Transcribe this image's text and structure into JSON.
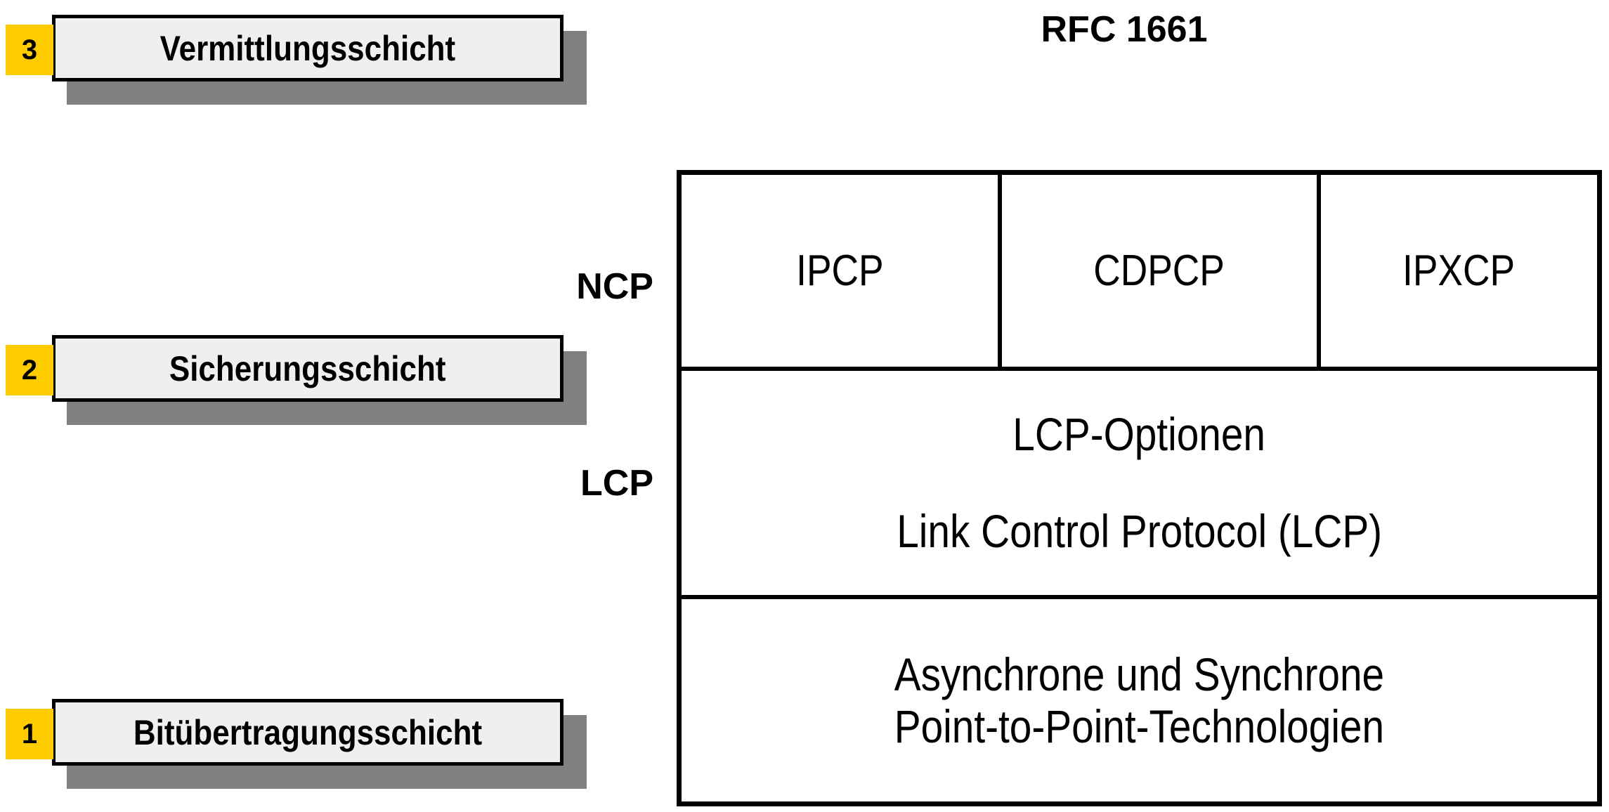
{
  "heading": {
    "title": "RFC 1661"
  },
  "layers": [
    {
      "number": "3",
      "label": "Vermittlungsschicht",
      "badge_color": "#FFCC00",
      "box_fill": "#EFEFEF",
      "shadow_color": "#808080"
    },
    {
      "number": "2",
      "label": "Sicherungsschicht",
      "badge_color": "#FFCC00",
      "box_fill": "#EFEFEF",
      "shadow_color": "#808080"
    },
    {
      "number": "1",
      "label": "Bitübertragungsschicht",
      "badge_color": "#FFCC00",
      "box_fill": "#EFEFEF",
      "shadow_color": "#808080"
    }
  ],
  "side_labels": {
    "ncp": "NCP",
    "lcp": "LCP"
  },
  "stack": {
    "ncp_row": {
      "cells": [
        {
          "label": "IPCP"
        },
        {
          "label": "CDPCP"
        },
        {
          "label": "IPXCP"
        }
      ]
    },
    "lcp_row": {
      "options_label": "LCP-Optionen",
      "protocol_label": "Link Control Protocol (LCP)"
    },
    "physical_row": {
      "line1": "Asynchrone und Synchrone",
      "line2": "Point-to-Point-Technologien"
    }
  }
}
